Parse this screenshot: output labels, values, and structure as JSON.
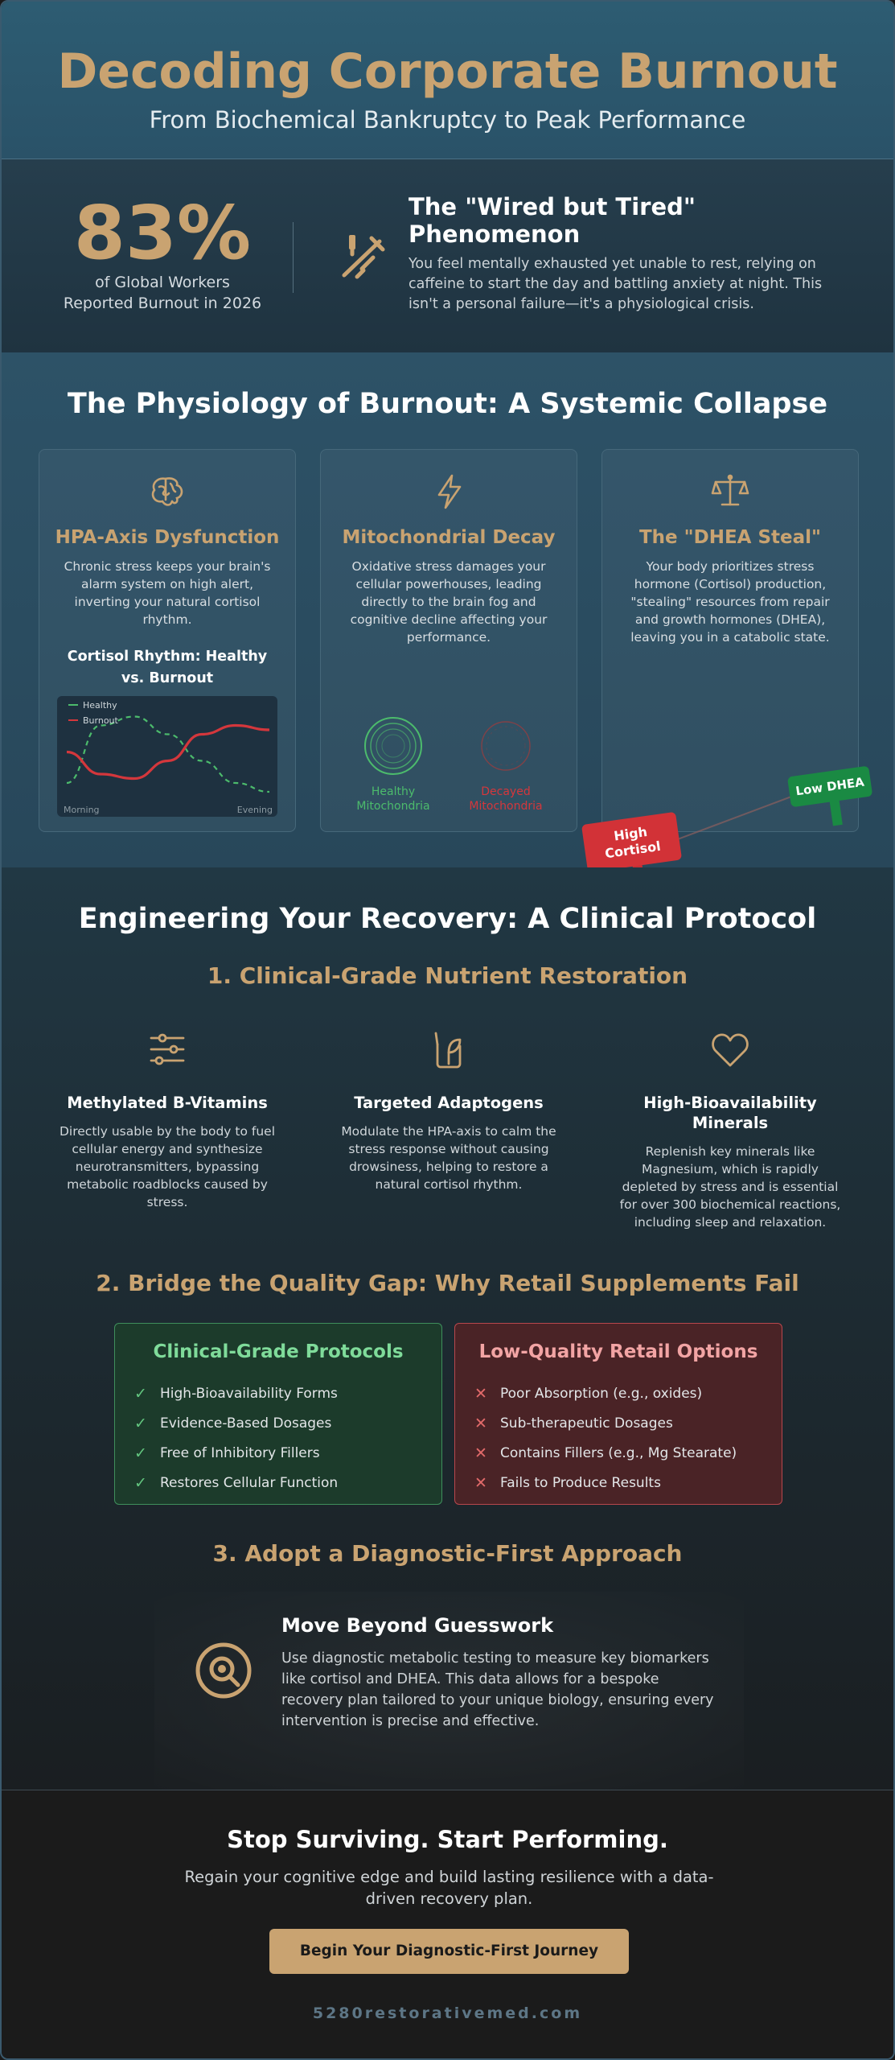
{
  "header": {
    "title": "Decoding Corporate Burnout",
    "subtitle": "From Biochemical Bankruptcy to Peak Performance"
  },
  "stat": {
    "value": "83%",
    "caption_line1": "of Global Workers",
    "caption_line2": "Reported Burnout in 2026",
    "icon": "tools-icon",
    "title_line1": "The \"Wired but Tired\"",
    "title_line2": "Phenomenon",
    "body": "You feel mentally exhausted yet unable to rest, relying on caffeine to start the day and battling anxiety at night. This isn't a personal failure—it's a physiological crisis."
  },
  "physiology": {
    "heading": "The Physiology of Burnout: A Systemic Collapse",
    "cards": [
      {
        "icon": "brain-icon",
        "title": "HPA-Axis Dysfunction",
        "body": "Chronic stress keeps your brain's alarm system on high alert, inverting your natural cortisol rhythm.",
        "chart_title": "Cortisol Rhythm: Healthy vs. Burnout"
      },
      {
        "icon": "lightning-icon",
        "title": "Mitochondrial Decay",
        "body": "Oxidative stress damages your cellular powerhouses, leading directly to the brain fog and cognitive decline affecting your performance.",
        "healthy_label_1": "Healthy",
        "healthy_label_2": "Mitochondria",
        "decayed_label_1": "Decayed",
        "decayed_label_2": "Mitochondria"
      },
      {
        "icon": "scale-icon",
        "title": "The \"DHEA Steal\"",
        "body": "Your body prioritizes stress hormone (Cortisol) production, \"stealing\" resources from repair and growth hormones (DHEA), leaving you in a catabolic state."
      }
    ],
    "sign_high_1": "High",
    "sign_high_2": "Cortisol",
    "sign_low": "Low DHEA"
  },
  "chart_data": {
    "type": "line",
    "title": "Cortisol Rhythm: Healthy vs. Burnout",
    "x": [
      "Morning",
      "Evening"
    ],
    "xlabel": "",
    "ylabel": "",
    "legend": "top-left",
    "series": [
      {
        "name": "Healthy",
        "color": "#4cbb6c",
        "style": "dashed",
        "values": [
          0.2,
          0.85,
          0.95,
          0.75,
          0.45,
          0.2,
          0.1
        ]
      },
      {
        "name": "Burnout",
        "color": "#d4373c",
        "style": "solid",
        "values": [
          0.55,
          0.3,
          0.25,
          0.45,
          0.75,
          0.85,
          0.8
        ]
      }
    ],
    "x_labels": {
      "left": "Morning",
      "right": "Evening"
    }
  },
  "protocol": {
    "heading": "Engineering Your Recovery: A Clinical Protocol",
    "step1": "1. Clinical-Grade Nutrient Restoration",
    "nutrients": [
      {
        "icon": "sliders-icon",
        "title": "Methylated B-Vitamins",
        "body": "Directly usable by the body to fuel cellular energy and synthesize neurotransmitters, bypassing metabolic roadblocks caused by stress."
      },
      {
        "icon": "leaf-jar-icon",
        "title": "Targeted Adaptogens",
        "body": "Modulate the HPA-axis to calm the stress response without causing drowsiness, helping to restore a natural cortisol rhythm."
      },
      {
        "icon": "heart-icon",
        "title_line1": "High-Bioavailability",
        "title_line2": "Minerals",
        "body": "Replenish key minerals like Magnesium, which is rapidly depleted by stress and is essential for over 300 biochemical reactions, including sleep and relaxation."
      }
    ],
    "step2": "2. Bridge the Quality Gap: Why Retail Supplements Fail",
    "good": {
      "title": "Clinical-Grade Protocols",
      "items": [
        "High-Bioavailability Forms",
        "Evidence-Based Dosages",
        "Free of Inhibitory Fillers",
        "Restores Cellular Function"
      ]
    },
    "bad": {
      "title": "Low-Quality Retail Options",
      "items": [
        "Poor Absorption (e.g., oxides)",
        "Sub-therapeutic Dosages",
        "Contains Fillers (e.g., Mg Stearate)",
        "Fails to Produce Results"
      ]
    },
    "step3": "3. Adopt a Diagnostic-First Approach",
    "diag": {
      "icon": "magnifier-icon",
      "title": "Move Beyond Guesswork",
      "body": "Use diagnostic metabolic testing to measure key biomarkers like cortisol and DHEA. This data allows for a bespoke recovery plan tailored to your unique biology, ensuring every intervention is precise and effective."
    }
  },
  "cta": {
    "title": "Stop Surviving. Start Performing.",
    "body": "Regain your cognitive edge and build lasting resilience with a data-driven recovery plan.",
    "button": "Begin Your Diagnostic-First Journey",
    "site": "5280restorativemed.com"
  },
  "colors": {
    "gold": "#c9a371",
    "healthy": "#4cbb6c",
    "burnout": "#d4373c",
    "teal_header": "#2d5c72"
  }
}
